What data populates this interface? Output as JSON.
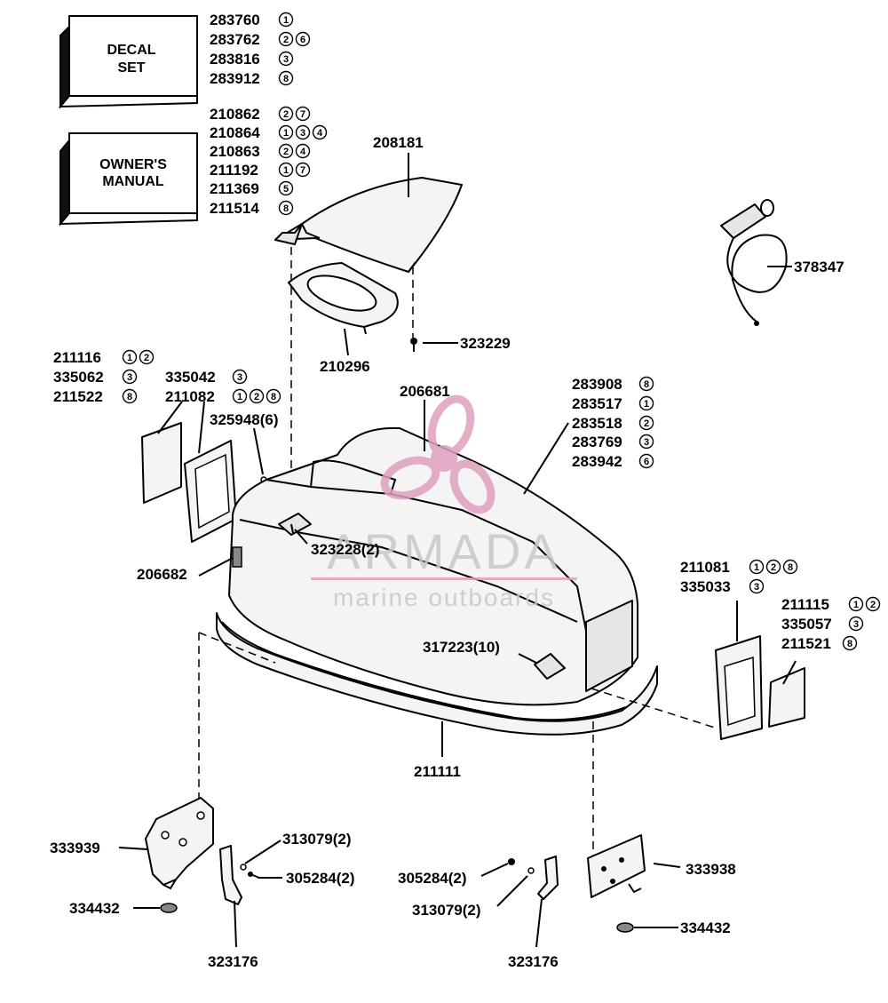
{
  "colors": {
    "line": "#000000",
    "background": "#ffffff",
    "watermark_text": "#c8c8c8",
    "watermark_logo": "#e0a0bf"
  },
  "boxes": {
    "decal_line1": "DECAL",
    "decal_line2": "SET",
    "manual_line1": "OWNER'S",
    "manual_line2": "MANUAL"
  },
  "labels": {
    "l283760": "283760",
    "l283762": "283762",
    "l283816": "283816",
    "l283912": "283912",
    "l210862": "210862",
    "l210864": "210864",
    "l210863": "210863",
    "l211192": "211192",
    "l211369": "211369",
    "l211514": "211514",
    "l208181": "208181",
    "l378347": "378347",
    "l323229": "323229",
    "l210296": "210296",
    "l211116": "211116",
    "l335062": "335062",
    "l211522": "211522",
    "l335042": "335042",
    "l211082": "211082",
    "l325948": "325948(6)",
    "l206681": "206681",
    "l283908": "283908",
    "l283517": "283517",
    "l283518": "283518",
    "l283769": "283769",
    "l283942": "283942",
    "l323228": "323228(2)",
    "l206682": "206682",
    "l211081": "211081",
    "l335033": "335033",
    "l211115": "211115",
    "l335057": "335057",
    "l211521": "211521",
    "l317223": "317223(10)",
    "l211111": "211111",
    "l333939": "333939",
    "l313079a": "313079(2)",
    "l305284a": "305284(2)",
    "l334432a": "334432",
    "l323176a": "323176",
    "l305284b": "305284(2)",
    "l313079b": "313079(2)",
    "l323176b": "323176",
    "l333938": "333938",
    "l334432b": "334432"
  },
  "markers": {
    "m1": "1",
    "m2": "2",
    "m3": "3",
    "m4": "4",
    "m5": "5",
    "m6": "6",
    "m7": "7",
    "m8": "8"
  },
  "watermark": {
    "name": "ARMADA",
    "tagline": "marine outboards"
  }
}
